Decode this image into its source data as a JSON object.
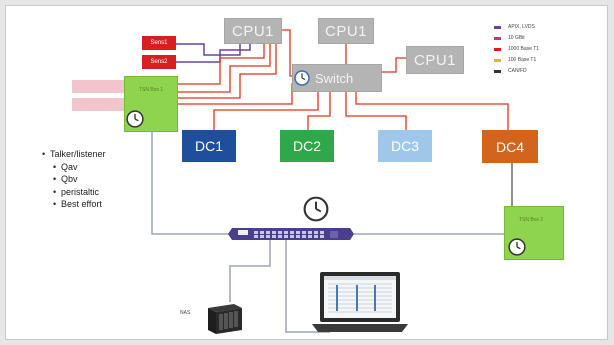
{
  "nodes": {
    "cpu_left": "CPU1",
    "cpu_top": "CPU1",
    "cpu_right": "CPU1",
    "switch": "Switch",
    "sens1": "Sens1",
    "sens2": "Sens2",
    "dc1": "DC1",
    "dc2": "DC2",
    "dc3": "DC3",
    "dc4": "DC4",
    "tsn_box1": "TSN Box 1",
    "tsn_box2": "TSN Box 2",
    "nas": "NAS"
  },
  "legend": [
    {
      "label": "APIX, LVDS",
      "color": "#6b3fa0"
    },
    {
      "label": "10 GBit",
      "color": "#d42a8a"
    },
    {
      "label": "1000 Base T1",
      "color": "#e01818"
    },
    {
      "label": "100 Base T1",
      "color": "#f0b020"
    },
    {
      "label": "CAN/FD",
      "color": "#333333"
    }
  ],
  "bullets": {
    "main": "Talker/listener",
    "items": [
      "Qav",
      "Qbv",
      "peristaltic",
      "Best effort"
    ]
  },
  "colors": {
    "cpu": "#b4b4b4",
    "sensor": "#d81e1e",
    "tsn_box": "#8fd44e",
    "dc1": "#1f4e9c",
    "dc2": "#2ea84a",
    "dc3": "#9ec7ea",
    "dc4": "#d2641e",
    "link_red": "#e0341a",
    "link_purple": "#6b3fa0"
  }
}
